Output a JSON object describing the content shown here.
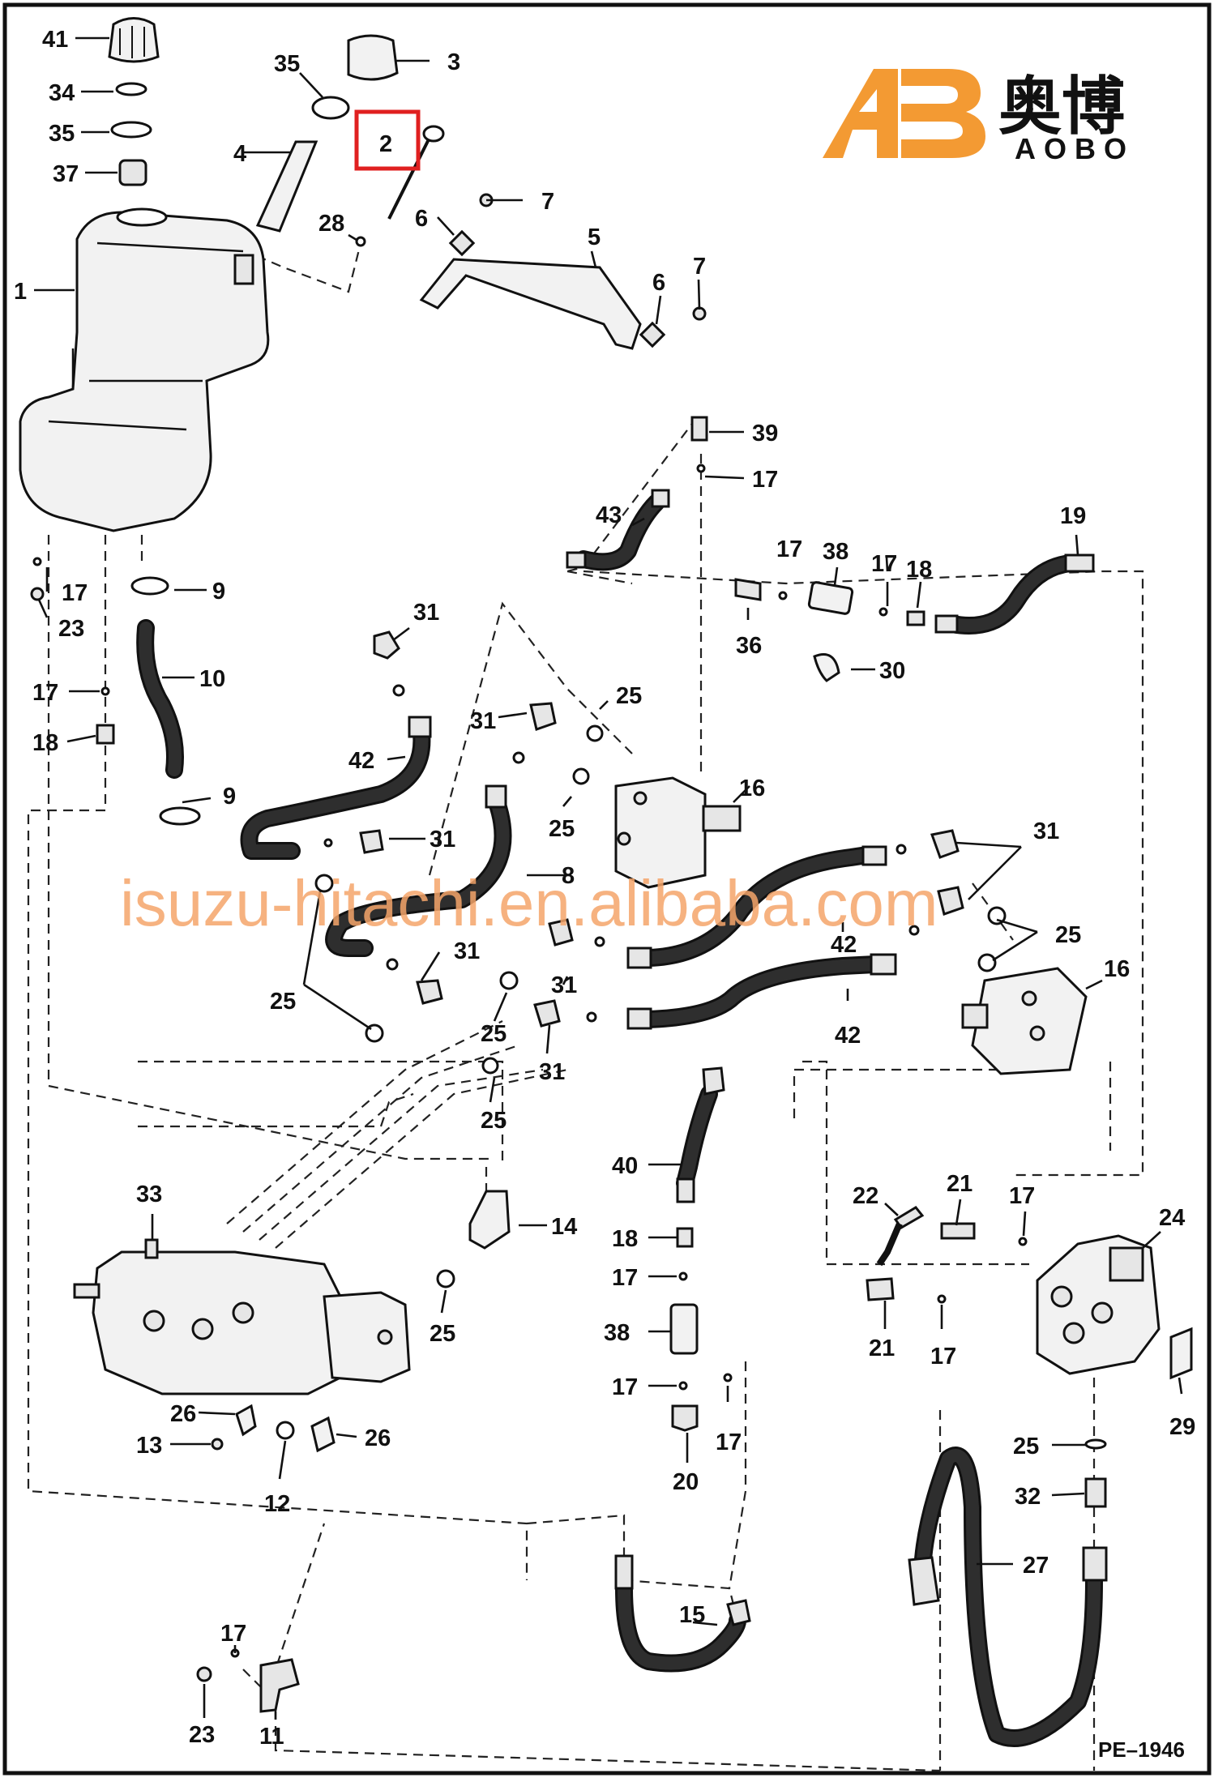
{
  "diagram_id": "PE–1946",
  "logo": {
    "mark": "AB",
    "cn_name": "奥博",
    "en_name": "AOBO",
    "color": "#F39A33",
    "text_color": "#111111"
  },
  "watermark": {
    "text": "isuzu-hitachi.en.alibaba.com",
    "color": "#F5A46A"
  },
  "highlight": {
    "part": "2",
    "color": "#E02020"
  },
  "labels": [
    {
      "id": "l41",
      "text": "41"
    },
    {
      "id": "l34",
      "text": "34"
    },
    {
      "id": "l35a",
      "text": "35"
    },
    {
      "id": "l37",
      "text": "37"
    },
    {
      "id": "l1",
      "text": "1"
    },
    {
      "id": "l35b",
      "text": "35"
    },
    {
      "id": "l3",
      "text": "3"
    },
    {
      "id": "l2",
      "text": "2"
    },
    {
      "id": "l4",
      "text": "4"
    },
    {
      "id": "l28",
      "text": "28"
    },
    {
      "id": "l6a",
      "text": "6"
    },
    {
      "id": "l7a",
      "text": "7"
    },
    {
      "id": "l5",
      "text": "5"
    },
    {
      "id": "l6b",
      "text": "6"
    },
    {
      "id": "l7b",
      "text": "7"
    },
    {
      "id": "l39",
      "text": "39"
    },
    {
      "id": "l17a",
      "text": "17"
    },
    {
      "id": "l43",
      "text": "43"
    },
    {
      "id": "l17b",
      "text": "17"
    },
    {
      "id": "l38a",
      "text": "38"
    },
    {
      "id": "l17c",
      "text": "17"
    },
    {
      "id": "l18a",
      "text": "18"
    },
    {
      "id": "l19",
      "text": "19"
    },
    {
      "id": "l36",
      "text": "36"
    },
    {
      "id": "l30",
      "text": "30"
    },
    {
      "id": "l17d",
      "text": "17"
    },
    {
      "id": "l23a",
      "text": "23"
    },
    {
      "id": "l9a",
      "text": "9"
    },
    {
      "id": "l10",
      "text": "10"
    },
    {
      "id": "l17e",
      "text": "17"
    },
    {
      "id": "l18b",
      "text": "18"
    },
    {
      "id": "l9b",
      "text": "9"
    },
    {
      "id": "l31a",
      "text": "31"
    },
    {
      "id": "l25a",
      "text": "25"
    },
    {
      "id": "l31b",
      "text": "31"
    },
    {
      "id": "l42a",
      "text": "42"
    },
    {
      "id": "l25b",
      "text": "25"
    },
    {
      "id": "l16a",
      "text": "16"
    },
    {
      "id": "l31c",
      "text": "31"
    },
    {
      "id": "l31d",
      "text": "31"
    },
    {
      "id": "l8",
      "text": "8"
    },
    {
      "id": "l42b",
      "text": "42"
    },
    {
      "id": "l25c",
      "text": "25"
    },
    {
      "id": "l31e",
      "text": "31"
    },
    {
      "id": "l31f",
      "text": "31"
    },
    {
      "id": "l25d",
      "text": "25"
    },
    {
      "id": "l16b",
      "text": "16"
    },
    {
      "id": "l25e",
      "text": "25"
    },
    {
      "id": "l42c",
      "text": "42"
    },
    {
      "id": "l31g",
      "text": "31"
    },
    {
      "id": "l25f",
      "text": "25"
    },
    {
      "id": "l40",
      "text": "40"
    },
    {
      "id": "l33",
      "text": "33"
    },
    {
      "id": "l14",
      "text": "14"
    },
    {
      "id": "l18c",
      "text": "18"
    },
    {
      "id": "l17f",
      "text": "17"
    },
    {
      "id": "l38b",
      "text": "38"
    },
    {
      "id": "l17g",
      "text": "17"
    },
    {
      "id": "l25g",
      "text": "25"
    },
    {
      "id": "l22",
      "text": "22"
    },
    {
      "id": "l21a",
      "text": "21"
    },
    {
      "id": "l17h",
      "text": "17"
    },
    {
      "id": "l24",
      "text": "24"
    },
    {
      "id": "l21b",
      "text": "21"
    },
    {
      "id": "l17i",
      "text": "17"
    },
    {
      "id": "l17j",
      "text": "17"
    },
    {
      "id": "l20",
      "text": "20"
    },
    {
      "id": "l26a",
      "text": "26"
    },
    {
      "id": "l13",
      "text": "13"
    },
    {
      "id": "l26b",
      "text": "26"
    },
    {
      "id": "l12",
      "text": "12"
    },
    {
      "id": "l29",
      "text": "29"
    },
    {
      "id": "l25h",
      "text": "25"
    },
    {
      "id": "l32",
      "text": "32"
    },
    {
      "id": "l27",
      "text": "27"
    },
    {
      "id": "l15",
      "text": "15"
    },
    {
      "id": "l17k",
      "text": "17"
    },
    {
      "id": "l23b",
      "text": "23"
    },
    {
      "id": "l11",
      "text": "11"
    }
  ]
}
